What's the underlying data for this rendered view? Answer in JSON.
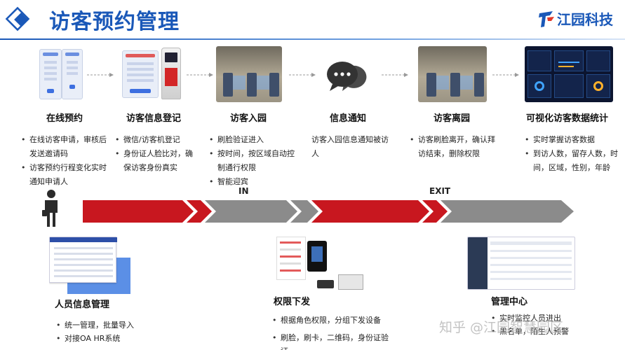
{
  "header": {
    "title": "访客预约管理",
    "logo_text": "江园科技"
  },
  "steps": [
    {
      "title": "在线预约",
      "bullets": [
        "在线访客申请，审核后发送邀请码",
        "访客预约行程变化实时通知申请人"
      ]
    },
    {
      "title": "访客信息登记",
      "bullets": [
        "微信/访客机登记",
        "身份证人脸比对，确保访客身份真实"
      ]
    },
    {
      "title": "访客入园",
      "bullets": [
        "刷脸验证进入",
        "按时间，按区域自动控制通行权限",
        "智能迎宾"
      ]
    },
    {
      "title": "信息通知",
      "text": "访客入园信息通知被访人"
    },
    {
      "title": "访客离园",
      "bullets": [
        "访客刷脸离开，确认拜访结束，删除权限"
      ]
    },
    {
      "title": "可视化访客数据统计",
      "bullets": [
        "实时掌握访客数据",
        "到访人数，留存人数，时间，区域，性别，年龄"
      ]
    }
  ],
  "band": {
    "in_label": "IN",
    "exit_label": "EXIT"
  },
  "bottom": [
    {
      "title": "人员信息管理",
      "bullets": [
        "统一管理，批量导入",
        "对接OA HR系统"
      ]
    },
    {
      "title": "权限下发",
      "bullets": [
        "根据角色权限，分组下发设备",
        "刷脸，刷卡，二维码，身份证验证"
      ]
    },
    {
      "title": "管理中心",
      "bullets": [
        "实时监控人员进出",
        "黑名单，陌生人预警"
      ]
    }
  ],
  "watermark": "知乎 @江园智慧园区",
  "colors": {
    "brand_blue": "#1a58b8",
    "arrow_red": "#c8171f",
    "arrow_gray": "#8b8b8b"
  }
}
